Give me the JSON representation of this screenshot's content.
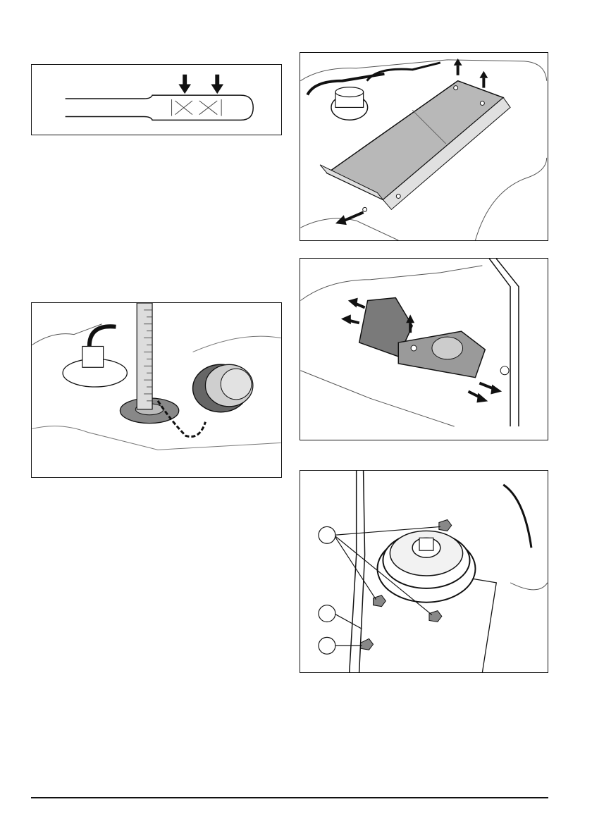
{
  "page": {
    "figures": [
      {
        "id": "fig-dipstick",
        "content": "dipstick-level-marks"
      },
      {
        "id": "fig-cover",
        "content": "remove-cover-plate"
      },
      {
        "id": "fig-filler",
        "content": "fill-tube-with-dipstick"
      },
      {
        "id": "fig-guard",
        "content": "remove-belt-guard"
      },
      {
        "id": "fig-pulley",
        "content": "pulley-bolts"
      }
    ],
    "icons": [
      "arrow-down-icon",
      "arrow-up-icon",
      "arrow-out-icon",
      "callout-circle-icon"
    ],
    "colors": {
      "line": "#111111",
      "plate_fill": "#b8b8b8",
      "guard_fill": "#7a7a7a"
    }
  }
}
